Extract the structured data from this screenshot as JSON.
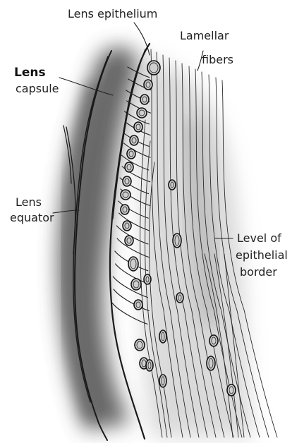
{
  "labels": {
    "lens_epithelium": "Lens epithelium",
    "lamellar_line1": "Lamellar",
    "lamellar_line2": "fibers",
    "capsule_line1": "Lens",
    "capsule_line2": "capsule",
    "equator_line1": "Lens",
    "equator_line2": "equator",
    "border_line1": "Level of",
    "border_line2": "epithelial",
    "border_line3": "border"
  },
  "colors": {
    "ink": "#1a1a1a",
    "shade_dark": "#5a5a5a",
    "shade_light": "#d9d9d9",
    "background": "#ffffff"
  }
}
